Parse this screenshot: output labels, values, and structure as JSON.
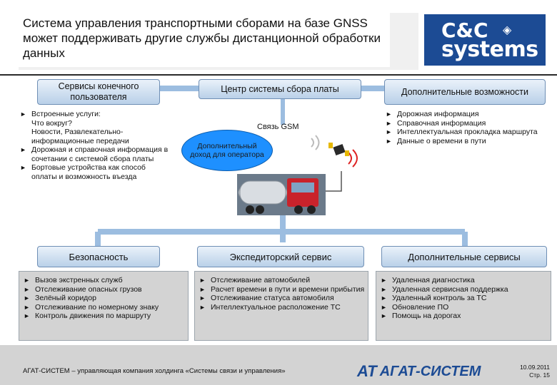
{
  "slide": {
    "title": "Система управления транспортными сборами на базе GNSS может поддерживать другие службы дистанционной обработки данных",
    "logo": {
      "line1": "C&C",
      "line2": "systems",
      "bg": "#1c4b94"
    }
  },
  "top": {
    "left_header": "Сервисы конечного пользователя",
    "center_header": "Центр системы сбора платы",
    "right_header": "Дополнительные возможности",
    "left_items": [
      {
        "bullet": true,
        "text": "Встроенные услуги:"
      },
      {
        "bullet": false,
        "text": "Что вокруг?"
      },
      {
        "bullet": false,
        "text": "Новости, Развлекательно-информационные передачи"
      },
      {
        "bullet": true,
        "text": "Дорожная и справочная информация в сочетании с системой сбора платы"
      },
      {
        "bullet": true,
        "text": "Бортовые устройства как способ оплаты и возможность въезда"
      }
    ],
    "right_items": [
      "Дорожная информация",
      "Справочная информация",
      "Интеллектуальная прокладка маршрута",
      "Данные о времени в пути"
    ],
    "gsm_label": "Связь GSM",
    "oval_text": "Дополнительный доход для оператора"
  },
  "bottom": {
    "headers": [
      "Безопасность",
      "Экспедиторский сервис",
      "Дополнительные сервисы"
    ],
    "col1": [
      "Вызов экстренных служб",
      "Отслеживание опасных грузов",
      "Зелёный коридор",
      "Отслеживание по номерному знаку",
      "Контроль движения по маршруту"
    ],
    "col2": [
      "Отслеживание автомобилей",
      "Расчет времени в пути и времени прибытия",
      "Отслеживание статуса автомобиля",
      "Интеллектуальное расположение ТС"
    ],
    "col3": [
      "Удаленная диагностика",
      "Удаленная сервисная поддержка",
      "Удаленный контроль за ТС",
      "Обновление ПО",
      "Помощь на дорогах"
    ]
  },
  "footer": {
    "company_text": "АГАТ-СИСТЕМ – управляющая компания холдинга «Системы связи и управления»",
    "brand": "АГАТ-СИСТЕМ",
    "date": "10.09.2011",
    "page": "Стр. 15"
  },
  "colors": {
    "accent": "#1c4b94",
    "arrow": "#8fb3d9",
    "oval": "#1e90ff",
    "panel": "#d3d3d3"
  }
}
